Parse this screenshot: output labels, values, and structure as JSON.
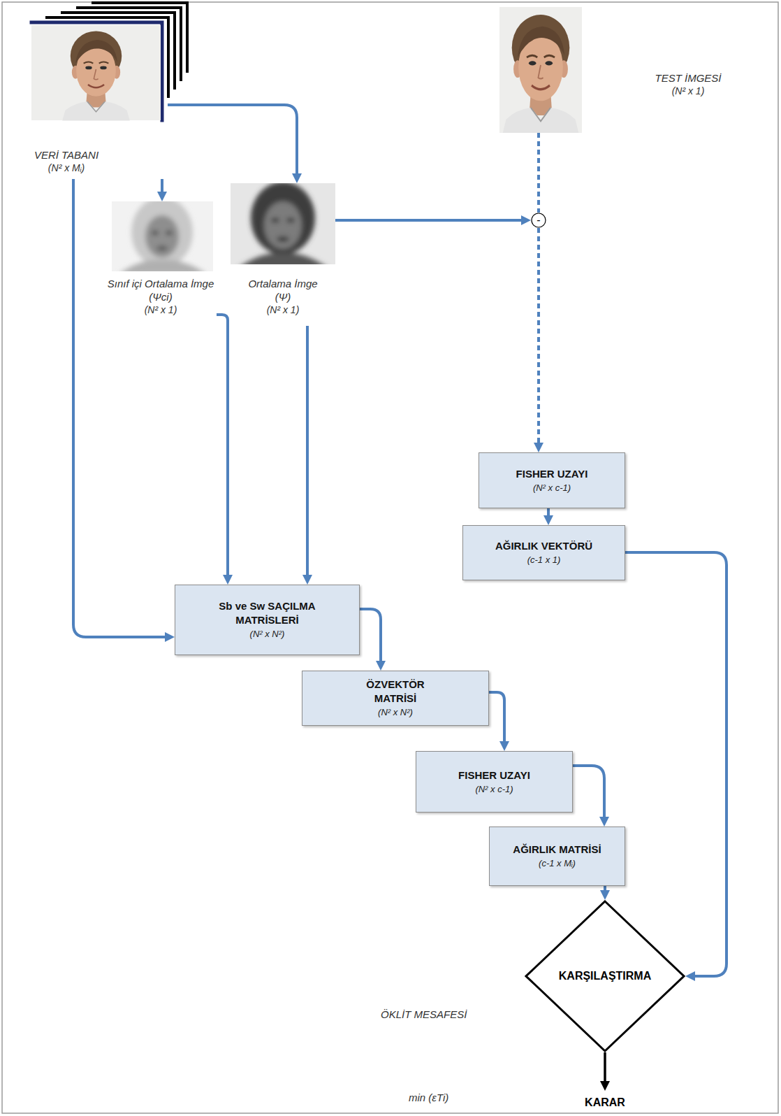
{
  "diagram": {
    "nodes": [
      {
        "text": [
          "VERİ TABANI",
          "(N² x Mᵢ)"
        ]
      },
      {
        "text": [
          "TEST İMGESİ",
          "(N² x 1)"
        ]
      },
      {
        "text": [
          "Sınıf içi Ortalama İmge (Ψci)",
          "(N² x 1)"
        ]
      },
      {
        "text": [
          "Ortalama İmge (Ψ)",
          "(N² x 1)"
        ]
      },
      {
        "text": [
          "-"
        ]
      },
      {
        "text": [
          "FISHER UZAYI",
          "(N² x c-1)"
        ]
      },
      {
        "text": [
          "AĞIRLIK VEKTÖRÜ",
          "(c-1 x 1)"
        ]
      },
      {
        "text": [
          "Sb ve Sw SAÇILMA MATRİSLERİ",
          "(N² x N²)"
        ]
      },
      {
        "text": [
          "ÖZVEKTÖR MATRİSİ",
          "(N² x N²)"
        ]
      },
      {
        "text": [
          "FISHER UZAYI",
          "(N² x c-1)"
        ]
      },
      {
        "text": [
          "AĞIRLIK MATRİSİ",
          "(c-1 x Mᵢ)"
        ]
      },
      {
        "text": [
          "KARŞILAŞTIRMA"
        ]
      },
      {
        "text": [
          "KARAR"
        ]
      }
    ],
    "edges": [
      {
        "from": 0,
        "to": 2,
        "arrow": "to"
      },
      {
        "from": 0,
        "to": 3,
        "arrow": "to"
      },
      {
        "from": 0,
        "to": 7,
        "arrow": "to"
      },
      {
        "from": 2,
        "to": 7,
        "arrow": "to"
      },
      {
        "from": 3,
        "to": 7,
        "arrow": "to"
      },
      {
        "from": 3,
        "to": 4,
        "arrow": "to"
      },
      {
        "from": 1,
        "to": 4,
        "arrow": "none"
      },
      {
        "from": 4,
        "to": 5,
        "arrow": "to"
      },
      {
        "from": 5,
        "to": 6,
        "arrow": "to"
      },
      {
        "from": 7,
        "to": 8,
        "arrow": "to"
      },
      {
        "from": 8,
        "to": 9,
        "arrow": "to"
      },
      {
        "from": 9,
        "to": 10,
        "arrow": "to"
      },
      {
        "from": 10,
        "to": 11,
        "arrow": "to"
      },
      {
        "from": 6,
        "to": 11,
        "arrow": "to"
      },
      {
        "from": 11,
        "to": 12,
        "arrow": "to"
      }
    ],
    "labels": [
      "ÖKLİT MESAFESİ",
      "min (εTi)"
    ]
  }
}
